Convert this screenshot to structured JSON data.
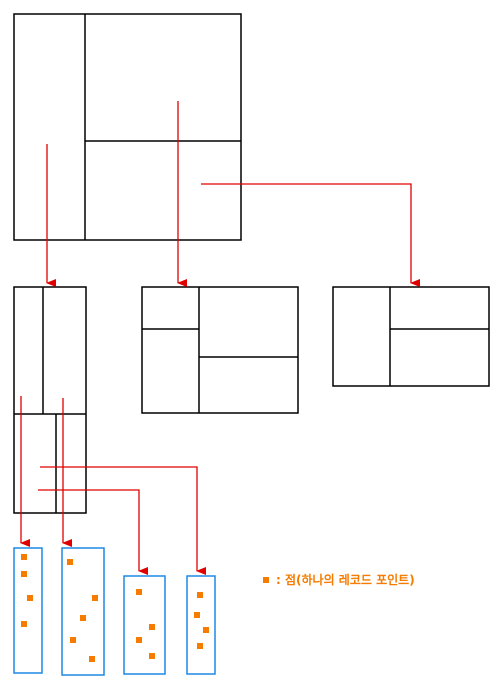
{
  "colors": {
    "line": "#000000",
    "arrow": "#e00000",
    "bucket": "#1e88e5",
    "point": "#f57c00"
  },
  "legend": {
    "marker": "■",
    "text": ": 점(하나의 레코드 포인트)"
  },
  "diagram": {
    "description_items": [
      "root-node",
      "child-node-left",
      "child-node-middle",
      "child-node-right",
      "leaf-buckets"
    ],
    "buckets": [
      {
        "points": 4
      },
      {
        "points": 5
      },
      {
        "points": 4
      },
      {
        "points": 4
      }
    ]
  }
}
